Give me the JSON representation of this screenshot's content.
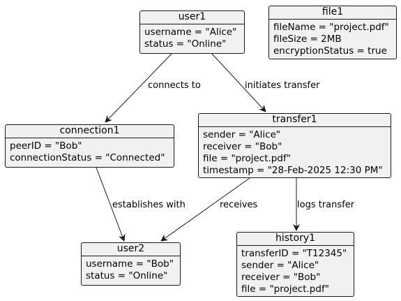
{
  "objects": {
    "user1": {
      "name": "user1",
      "attrs": [
        "username = \"Alice\"",
        "status = \"Online\""
      ]
    },
    "file1": {
      "name": "file1",
      "attrs": [
        "fileName = \"project.pdf\"",
        "fileSize = 2MB",
        "encryptionStatus = true"
      ]
    },
    "connection1": {
      "name": "connection1",
      "attrs": [
        "peerID = \"Bob\"",
        "connectionStatus = \"Connected\""
      ]
    },
    "transfer1": {
      "name": "transfer1",
      "attrs": [
        "sender = \"Alice\"",
        "receiver = \"Bob\"",
        "file = \"project.pdf\"",
        "timestamp = \"28-Feb-2025 12:30 PM\""
      ]
    },
    "user2": {
      "name": "user2",
      "attrs": [
        "username = \"Bob\"",
        "status = \"Online\""
      ]
    },
    "history1": {
      "name": "history1",
      "attrs": [
        "transferID = \"T12345\"",
        "sender = \"Alice\"",
        "receiver = \"Bob\"",
        "file = \"project.pdf\""
      ]
    }
  },
  "edges": [
    {
      "from": "user1",
      "to": "connection1",
      "label": "connects to"
    },
    {
      "from": "user1",
      "to": "transfer1",
      "label": "initiates transfer"
    },
    {
      "from": "connection1",
      "to": "user2",
      "label": "establishes with"
    },
    {
      "from": "transfer1",
      "to": "user2",
      "label": "receives"
    },
    {
      "from": "transfer1",
      "to": "history1",
      "label": "logs transfer"
    }
  ],
  "colors": {
    "fill": "#f1f1f1",
    "stroke": "#181818"
  }
}
